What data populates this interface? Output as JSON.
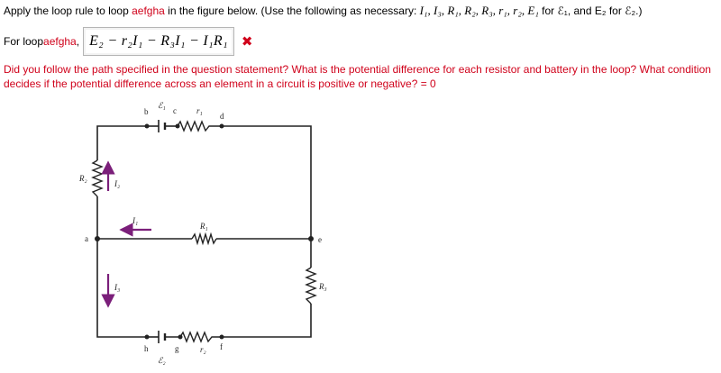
{
  "question": {
    "prefix": "Apply the loop rule to loop ",
    "loop_name": "aefgha",
    "middle": " in the figure below. (Use the following as necessary: ",
    "variables": "I₁, I₃, R₁, R₂, R₃, r₁, r₂, E₁",
    "for_text": " for ℰ₁, and E₂ for ℰ₂.)"
  },
  "answer": {
    "label_prefix": "For loop ",
    "loop_name": "aefgha",
    "label_suffix": ",",
    "expression": "E₂ − r₂I₁ − R₃I₁ − I₁R₁",
    "status_icon": "cross-icon",
    "status_mark": "✖"
  },
  "feedback": {
    "text": "Did you follow the path specified in the question statement? What is the potential difference for each resistor and battery in the loop? What condition decides if the potential difference across an element in a circuit is positive or negative? = 0"
  },
  "circuit": {
    "labels": {
      "a": "a",
      "b": "b",
      "c": "c",
      "d": "d",
      "e": "e",
      "f": "f",
      "g": "g",
      "h": "h",
      "E1": "ℰ₁",
      "E2": "ℰ₂",
      "r1": "r₁",
      "r2": "r₂",
      "R1": "R₁",
      "R2": "R₂",
      "R3": "R₃",
      "I1": "I₁",
      "I2": "I₂",
      "I3": "I₃"
    },
    "arrow_color": "#7b1f7a",
    "wire_color": "#222222"
  }
}
